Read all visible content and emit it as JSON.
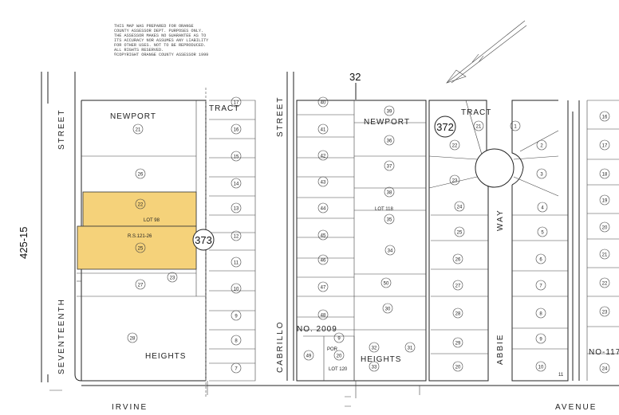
{
  "map_number": "32",
  "book_label": "425-15",
  "disclaimer_lines": [
    "THIS MAP WAS PREPARED FOR ORANGE",
    "COUNTY ASSESSOR DEPT. PURPOSES ONLY.",
    "THE ASSESSOR MAKES NO GUARANTEE AS TO",
    "ITS ACCURACY NOR ASSUMES ANY LIABILITY",
    "FOR OTHER USES.  NOT TO BE REPRODUCED.",
    "ALL RIGHTS RESERVED.",
    "©COPYRIGHT ORANGE COUNTY ASSESSOR 1999"
  ],
  "streets": {
    "seventeenth_a": "STREET",
    "seventeenth_b": "SEVENTEENTH",
    "cabrillo_a": "STREET",
    "cabrillo_b": "CABRILLO",
    "abbie_a": "WAY",
    "abbie_b": "ABBIE",
    "irvine": "IRVINE",
    "avenue": "AVENUE"
  },
  "tracts": {
    "newport_left": "NEWPORT",
    "tract_left": "TRACT",
    "heights_left": "HEIGHTS",
    "newport_mid": "NEWPORT",
    "tract_mid": "TRACT",
    "no_2009": "NO. 2009",
    "heights_mid": "HEIGHTS",
    "no_117": "NO-117"
  },
  "sheet_refs": {
    "left": "373",
    "right": "372"
  },
  "highlight_color": "#f5d27a",
  "highlight_labels": {
    "lot98": "LOT 98",
    "rs": "R.S.121-26",
    "lot118": "LOT 118",
    "lot120": "LOT 120",
    "por": "POR"
  },
  "parcels_left_west": [
    "21",
    "26",
    "22",
    "25",
    "27",
    "28"
  ],
  "parcel_23": "23",
  "parcels_left_east": [
    "17",
    "16",
    "15",
    "14",
    "13",
    "12",
    "11",
    "10",
    "9",
    "8",
    "7"
  ],
  "parcels_mid_west": [
    "40",
    "41",
    "42",
    "43",
    "44",
    "45",
    "46",
    "47",
    "48",
    "49"
  ],
  "parcels_mid_east": [
    "39",
    "36",
    "37",
    "38",
    "35",
    "34",
    "50",
    "31",
    "30"
  ],
  "parcels_mid_bottom": [
    "20",
    "32",
    "33",
    "9"
  ],
  "parcels_right_west": [
    "20",
    "22",
    "23",
    "24",
    "25",
    "26",
    "27",
    "28",
    "29"
  ],
  "parcels_right_cul": [
    "21",
    "1",
    "2",
    "3"
  ],
  "parcels_right_east": [
    "4",
    "5",
    "6",
    "7",
    "8",
    "9",
    "10",
    "11"
  ],
  "parcels_far_right": [
    "16",
    "17",
    "18",
    "19",
    "20",
    "21",
    "22",
    "23",
    "24"
  ]
}
